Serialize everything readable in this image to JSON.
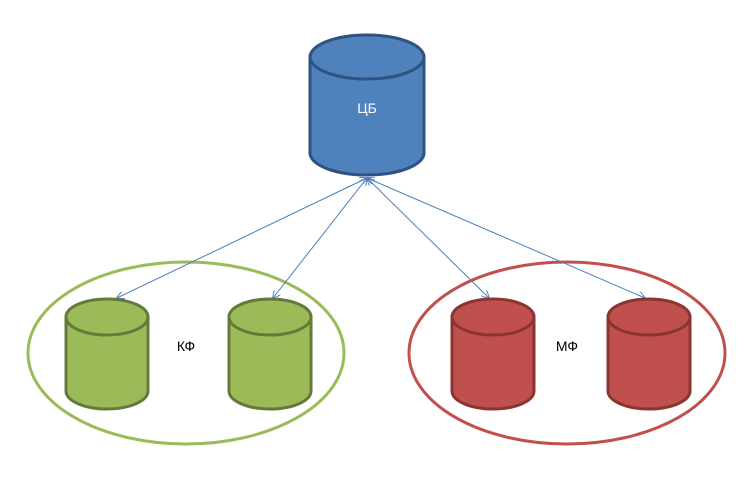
{
  "nodes": {
    "central": {
      "label": "ЦБ"
    },
    "group_left": {
      "label": "КФ"
    },
    "group_right": {
      "label": "МФ"
    }
  },
  "colors": {
    "central_fill": "#4f81bd",
    "central_stroke": "#2f5380",
    "green_fill": "#9bbb59",
    "green_stroke": "#657a3a",
    "red_fill": "#c0504d",
    "red_stroke": "#8b3533",
    "arrow": "#4a7ebb"
  }
}
